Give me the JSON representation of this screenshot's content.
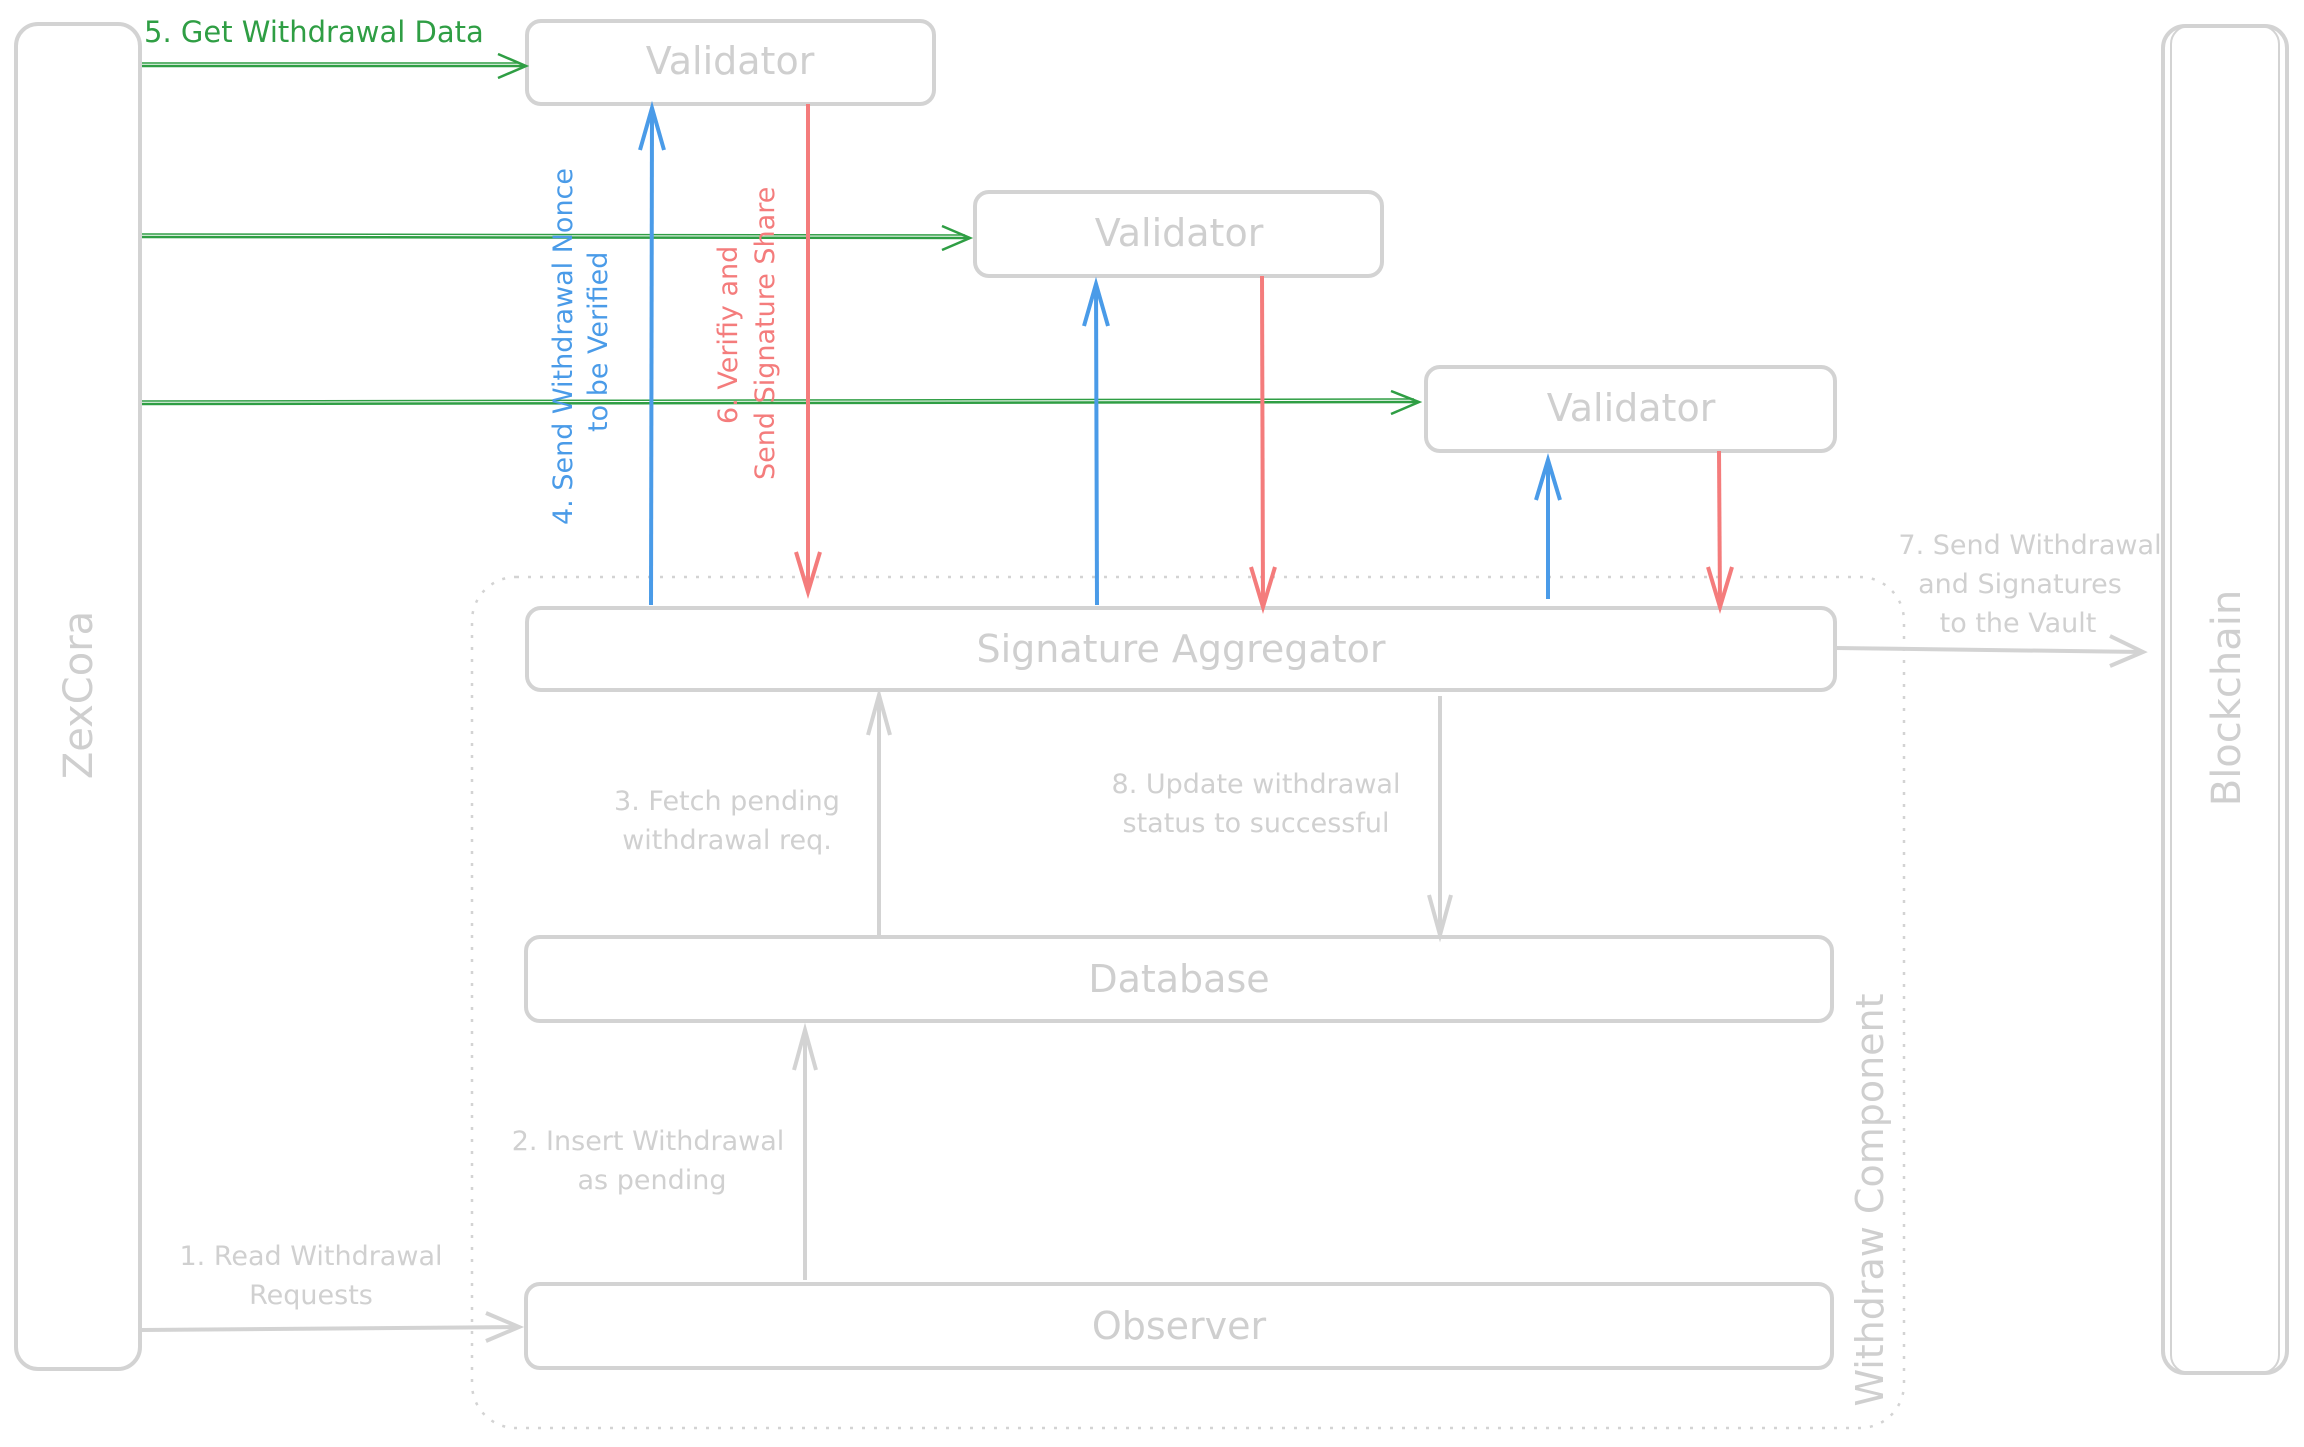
{
  "title": "Withdrawal Flow Diagram",
  "colors": {
    "stroke_gray": "#d3d3d3",
    "text_gray": "#cfcfcf",
    "green": "#2f9e44",
    "blue": "#4a9be8",
    "red": "#f47c7c"
  },
  "nodes": {
    "zexcora": "ZexCora",
    "blockchain": "Blockchain",
    "validator_1": "Validator",
    "validator_2": "Validator",
    "validator_3": "Validator",
    "signature_aggregator": "Signature Aggregator",
    "database": "Database",
    "observer": "Observer",
    "withdraw_component": "Withdraw Component"
  },
  "steps": {
    "step1": [
      "1. Read Withdrawal",
      "Requests"
    ],
    "step2": [
      "2. Insert Withdrawal",
      "as pending"
    ],
    "step3": [
      "3. Fetch pending",
      "withdrawal req."
    ],
    "step4": [
      "4. Send Withdrawal Nonce",
      "to be Verified"
    ],
    "step5": "5. Get Withdrawal Data",
    "step6": [
      "6. Verifiy and",
      "Send Signature Share"
    ],
    "step7": [
      "7. Send Withdrawal",
      "and Signatures",
      "to the Vault"
    ],
    "step8": [
      "8. Update withdrawal",
      "status to successful"
    ]
  }
}
